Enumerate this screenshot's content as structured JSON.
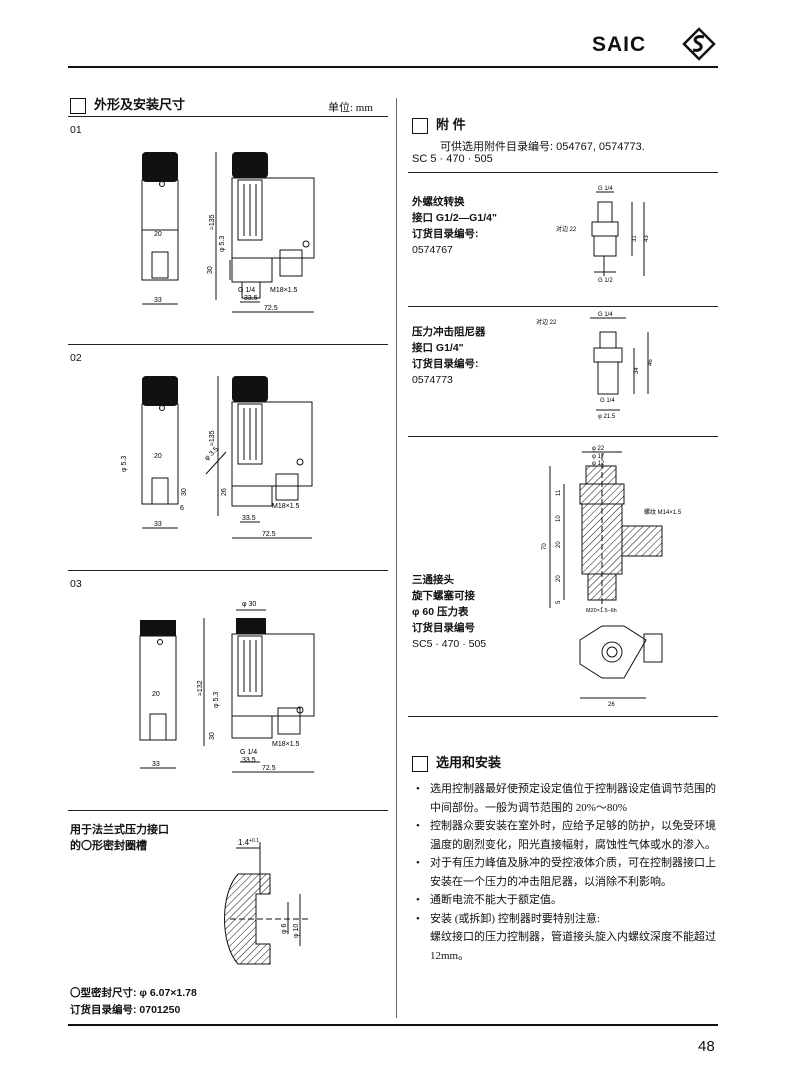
{
  "header": {
    "logo_text": "SAIC"
  },
  "left": {
    "section_title": "外形及安装尺寸",
    "unit_label": "单位: mm",
    "variants": [
      {
        "id": "01",
        "dims": {
          "w1": "20",
          "w2": "33",
          "h": "≈135",
          "d1": "φ 5.3",
          "d2": "30",
          "thread_top": "G 1/4",
          "thread_side": "M18×1.5",
          "w3": "33.5",
          "w4": "72.5"
        }
      },
      {
        "id": "02",
        "dims": {
          "w1": "20",
          "w2": "33",
          "h": "≈135",
          "d1": "φ 5.3",
          "d2": "30",
          "d3": "6",
          "d4": "26",
          "d5": "φ 3.5",
          "thread_side": "M18×1.5",
          "w3": "33.5",
          "w4": "72.5"
        }
      },
      {
        "id": "03",
        "dims": {
          "w1": "20",
          "w2": "33",
          "h": "≈132",
          "d1": "φ 5.3",
          "d2": "30",
          "top": "φ 30",
          "thread_top": "G 1/4",
          "thread_side": "M18×1.5",
          "w3": "33.5",
          "w4": "72.5"
        }
      }
    ],
    "flange": {
      "title_line1": "用于法兰式压力接口",
      "title_line2": "的〇形密封圈槽",
      "dim_top": "1.4",
      "dim_top_sup": "+0.1",
      "dim_a": "φ 6",
      "dim_b": "φ 10",
      "oring_label": "〇型密封尺寸: φ 6.07×1.78",
      "order_label": "订货目录编号: 0701250"
    }
  },
  "right": {
    "accessories_title": "附  件",
    "accessories_line1": "可供选用附件目录编号: 054767, 0574773.",
    "accessories_line2": "SC 5 · 470 · 505",
    "adapter": {
      "lines": [
        "外螺纹转换",
        "接口 G1/2—G1/4\"",
        "订货目录编号:",
        "0574767"
      ],
      "dims": {
        "top": "G 1/4",
        "flats": "对边 22",
        "h1": "31",
        "h2": "43",
        "bottom": "G 1/2"
      }
    },
    "damper": {
      "lines": [
        "压力冲击阻尼器",
        "接口 G1/4\"",
        "订货目录编号:",
        "0574773"
      ],
      "dims": {
        "flats": "对边 22",
        "top": "G 1/4",
        "h1": "34",
        "h2": "46",
        "bottom": "G 1/4",
        "dia": "φ 21.5"
      }
    },
    "tee": {
      "lines": [
        "三通接头",
        "旋下螺塞可接",
        "φ 60 压力表",
        "订货目录编号",
        "SC5 · 470 · 505"
      ],
      "dims": {
        "d1": "φ 22",
        "d2": "φ 17",
        "d3": "φ 12",
        "v1": "11",
        "v2": "10",
        "v3": "20",
        "v4": "70",
        "v5": "20",
        "v6": "5",
        "side": "螺纹 M14×1.5",
        "bottom_thread": "M20×1.5–6h",
        "w": "26"
      }
    },
    "selection_title": "选用和安装",
    "bullets": [
      "选用控制器最好使预定设定值位于控制器设定值调节范围的中间部份。一般为调节范围的 20%～80%",
      "控制器众要安装在室外时，应给予足够的防护，以免受环境温度的剧烈变化，阳光直接幅射，腐蚀性气体或水的渗入。",
      "对于有压力峰值及脉冲的受控液体介质，可在控制器接口上安装在一个压力的冲击阻尼器，以消除不利影响。",
      "通断电流不能大于额定值。",
      "安装 (或拆卸) 控制器时要特别注意:",
      "螺纹接口的压力控制器，管道接头旋入内螺纹深度不能超过 12mm。"
    ]
  },
  "footer": {
    "page_number": "48"
  }
}
